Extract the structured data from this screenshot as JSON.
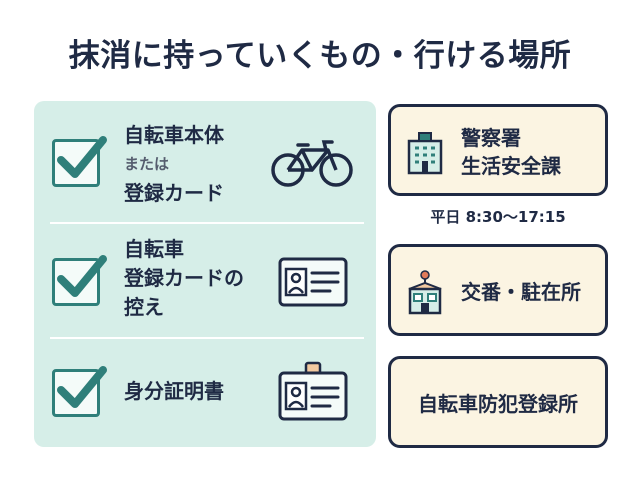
{
  "title": "抹消に持っていくもの・行ける場所",
  "items": [
    {
      "line1": "自転車本体",
      "line2": "または",
      "line3": "登録カード",
      "icon": "bicycle-icon"
    },
    {
      "line1": "自転車",
      "line2": "登録カードの",
      "line3": "控え",
      "icon": "registration-card-icon"
    },
    {
      "line1": "身分証明書",
      "icon": "id-badge-icon"
    }
  ],
  "places": [
    {
      "line1": "警察署",
      "line2": "生活安全課",
      "icon": "police-building-icon"
    },
    {
      "line1": "交番・駐在所",
      "icon": "police-box-icon"
    },
    {
      "line1": "自転車防犯登録所"
    }
  ],
  "hours": "平日 8:30〜17:15",
  "colors": {
    "panel": "#d6eee8",
    "check": "#2f7f7a",
    "box_bg": "#fbf4e2",
    "navy": "#1f2a44"
  }
}
